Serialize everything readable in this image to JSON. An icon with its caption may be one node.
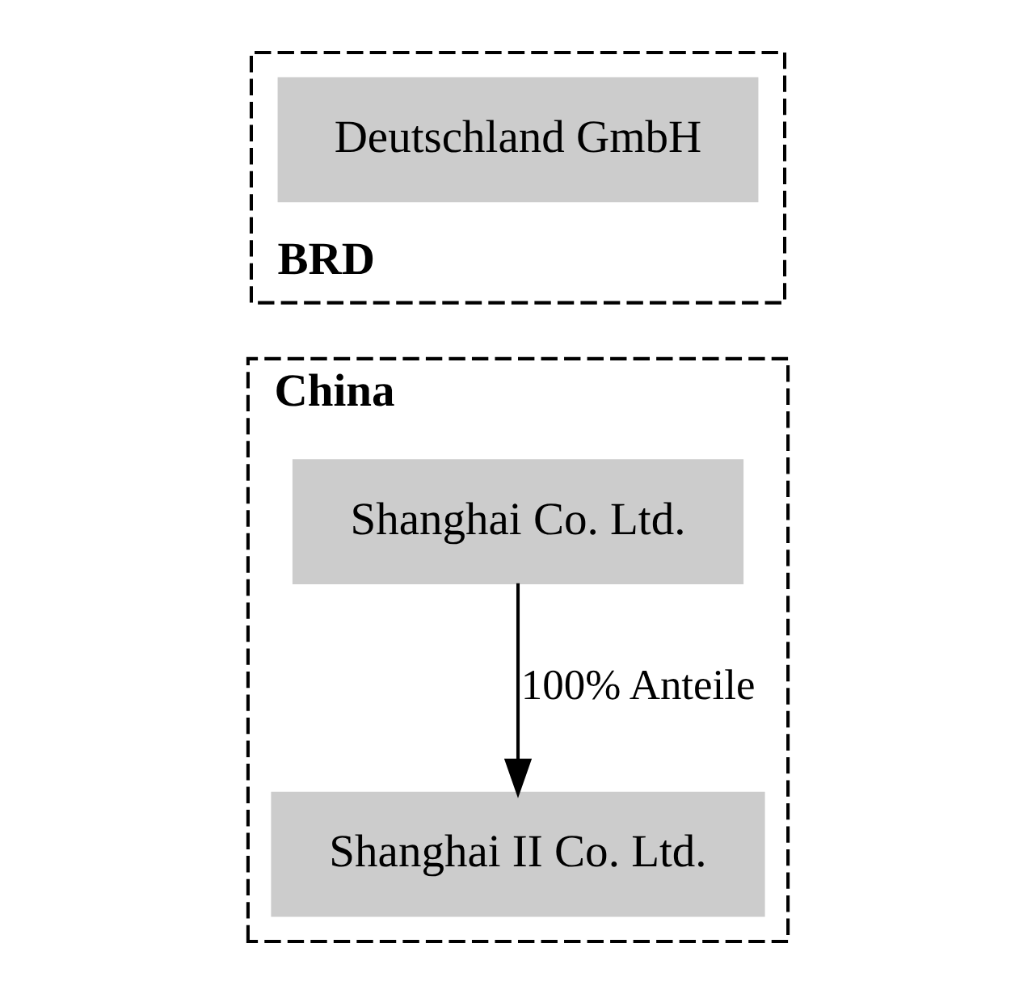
{
  "diagram": {
    "nodes": [
      {
        "text": [
          "BRD"
        ]
      },
      {
        "text": [
          "Deutschland GmbH"
        ],
        "in": 0
      },
      {
        "text": [
          "China"
        ]
      },
      {
        "text": [
          "Shanghai Co. Ltd."
        ],
        "in": 2
      },
      {
        "text": [
          "Shanghai II Co. Ltd."
        ],
        "in": 2
      }
    ],
    "edges": [
      {
        "from": 3,
        "to": 4,
        "arrow": "to",
        "label": "100% Anteile"
      }
    ]
  }
}
